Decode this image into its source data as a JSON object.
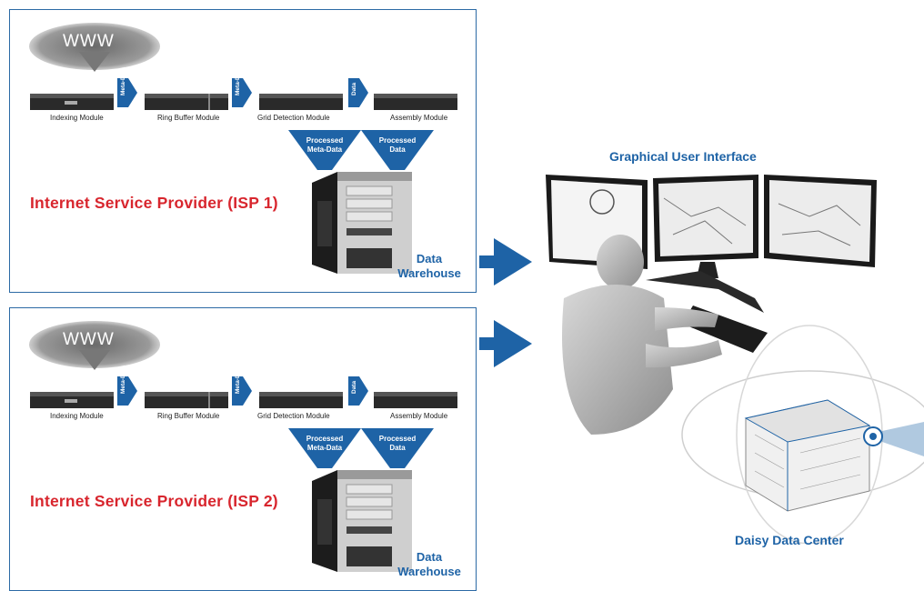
{
  "panels": [
    {
      "cloud_label": "WWW",
      "modules": [
        "Indexing Module",
        "Ring Buffer Module",
        "Grid Detection Module",
        "Assembly Module"
      ],
      "connectors": [
        "Meta-Data",
        "Meta-Data",
        "Data"
      ],
      "funnels": [
        [
          "Processed",
          "Meta-Data"
        ],
        [
          "Processed",
          "Data"
        ]
      ],
      "isp_title": "Internet Service Provider (ISP 1)",
      "warehouse": [
        "Data",
        "Warehouse"
      ]
    },
    {
      "cloud_label": "WWW",
      "modules": [
        "Indexing Module",
        "Ring Buffer Module",
        "Grid Detection Module",
        "Assembly Module"
      ],
      "connectors": [
        "Meta-Data",
        "Meta-Data",
        "Data"
      ],
      "funnels": [
        [
          "Processed",
          "Meta-Data"
        ],
        [
          "Processed",
          "Data"
        ]
      ],
      "isp_title": "Internet Service Provider (ISP 2)",
      "warehouse": [
        "Data",
        "Warehouse"
      ]
    }
  ],
  "gui_title": "Graphical User Interface",
  "daisy_title": "Daisy Data Center",
  "colors": {
    "accent_blue": "#1e63a6",
    "isp_red": "#d8262e",
    "frame_blue": "#2c6aa5"
  }
}
